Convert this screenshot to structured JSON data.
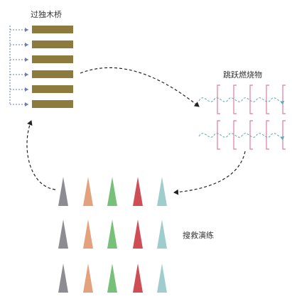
{
  "labels": {
    "balance_beam": "过独木桥",
    "jump_fire": "跳跃燃烧物",
    "rescue_drill": "搜救演练"
  },
  "colors": {
    "beam": "#8d7b3e",
    "guide_arrow": "#6b7fb5",
    "fire_bracket": "#e07aa0",
    "fire_arrow": "#5fa8b5",
    "flow_arrow": "#222222",
    "cones": [
      "#8e8c93",
      "#e3a17c",
      "#76c07a",
      "#cf4d55",
      "#9fcccc"
    ]
  },
  "stations": {
    "balance_beam": {
      "beam_count": 6
    },
    "jump_fire": {
      "rows": 2,
      "obstacles_per_row": 5
    },
    "rescue_drill": {
      "rows": 3,
      "cones_per_row": 5
    }
  }
}
